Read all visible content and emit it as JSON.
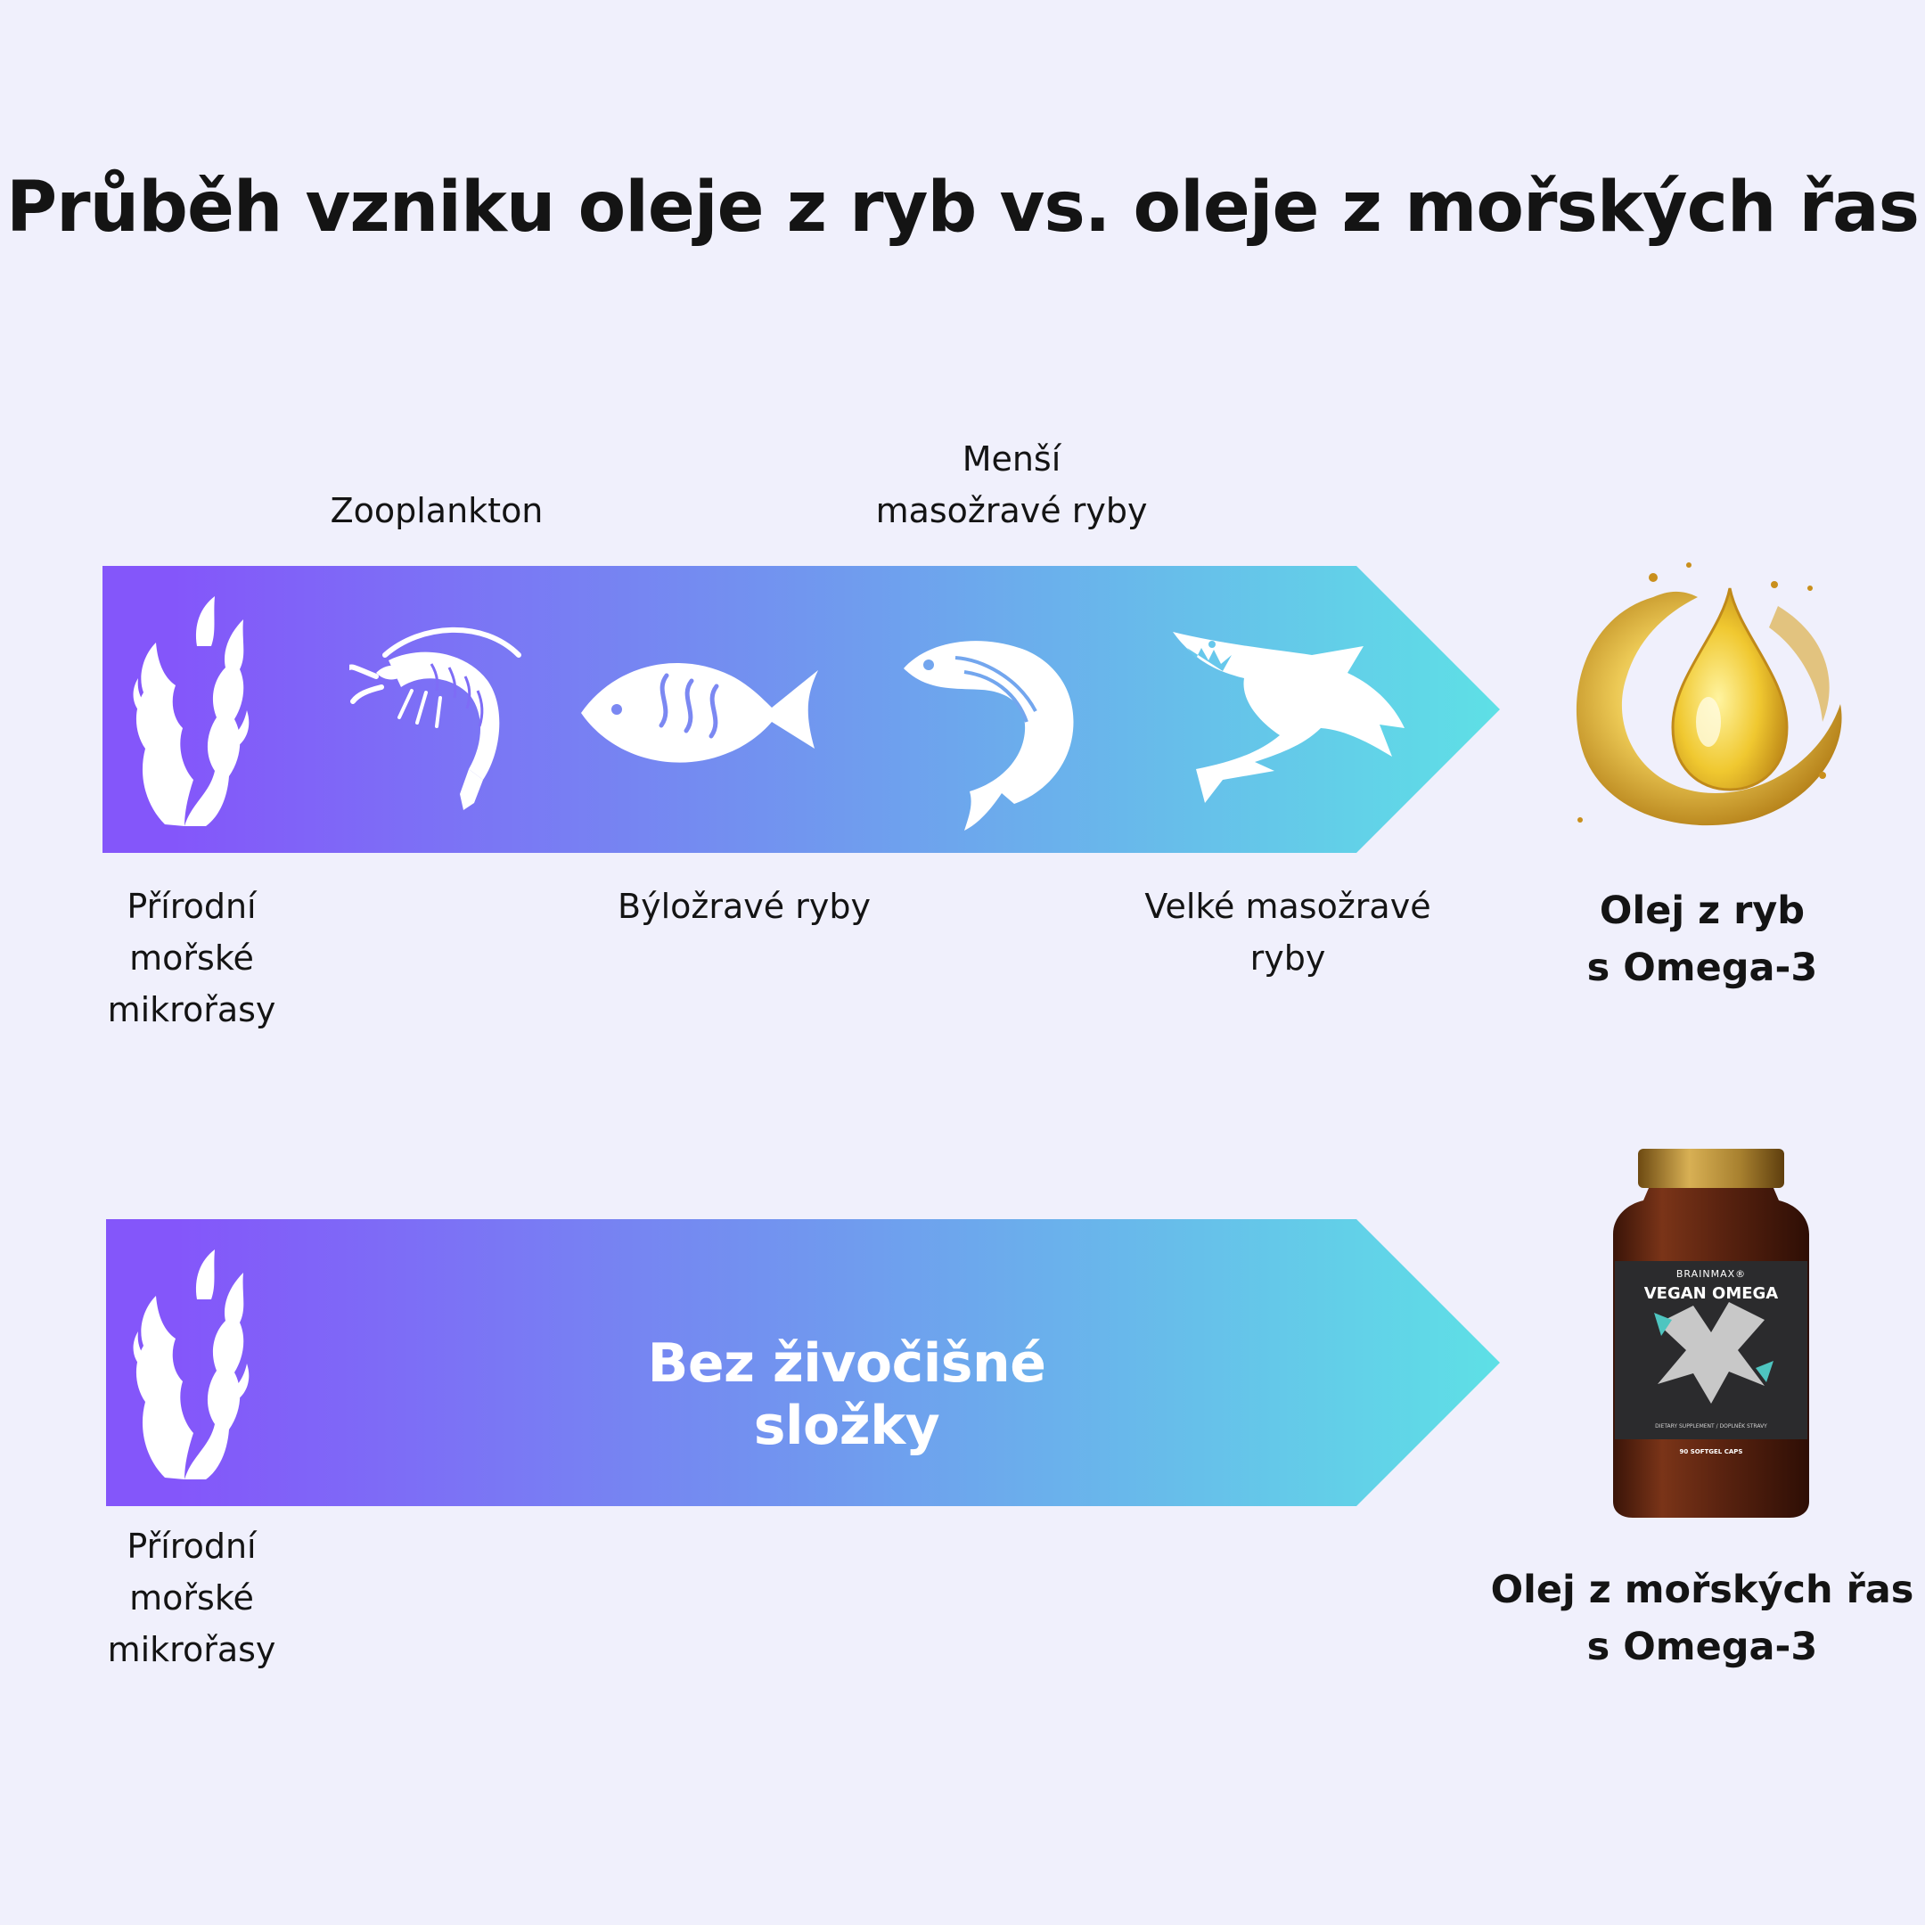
{
  "title": "Průběh vzniku oleje z ryb vs. oleje z mořských řas",
  "colors": {
    "background": "#f0f0fc",
    "gradient_start": "#8456fa",
    "gradient_mid": "#7196ef",
    "gradient_end": "#5ee0e6",
    "text": "#141414",
    "icon": "#ffffff",
    "oil": "#e8c44a",
    "bottle": "#5a2310"
  },
  "fish_chain": {
    "stages": [
      {
        "id": "algae",
        "icon": "seaweed-icon",
        "label_lines": [
          "Přírodní",
          "mořské",
          "mikrořasy"
        ]
      },
      {
        "id": "zooplankton",
        "icon": "shrimp-icon",
        "label_lines": [
          "Zooplankton"
        ]
      },
      {
        "id": "herbivore",
        "icon": "fish-icon",
        "label_lines": [
          "Býložravé ryby"
        ]
      },
      {
        "id": "small-predator",
        "icon": "jumping-fish-icon",
        "label_lines": [
          "Menší",
          "masožravé ryby"
        ]
      },
      {
        "id": "large-predator",
        "icon": "shark-icon",
        "label_lines": [
          "Velké masožravé",
          "ryby"
        ]
      }
    ],
    "result_lines": [
      "Olej z ryb",
      "s Omega-3"
    ],
    "result_icon": "oil-drop-icon"
  },
  "algae_chain": {
    "stage_label_lines": [
      "Přírodní",
      "mořské",
      "mikrořasy"
    ],
    "stage_icon": "seaweed-icon",
    "slogan": "Bez živočišné složky",
    "result_lines": [
      "Olej z mořských řas",
      "s Omega-3"
    ],
    "product": {
      "brand": "BRAINMAX®",
      "name": "VEGAN OMEGA",
      "subtitle": "DIETARY SUPPLEMENT / DOPLNĚK STRAVY",
      "count": "90 SOFTGEL CAPS"
    }
  }
}
